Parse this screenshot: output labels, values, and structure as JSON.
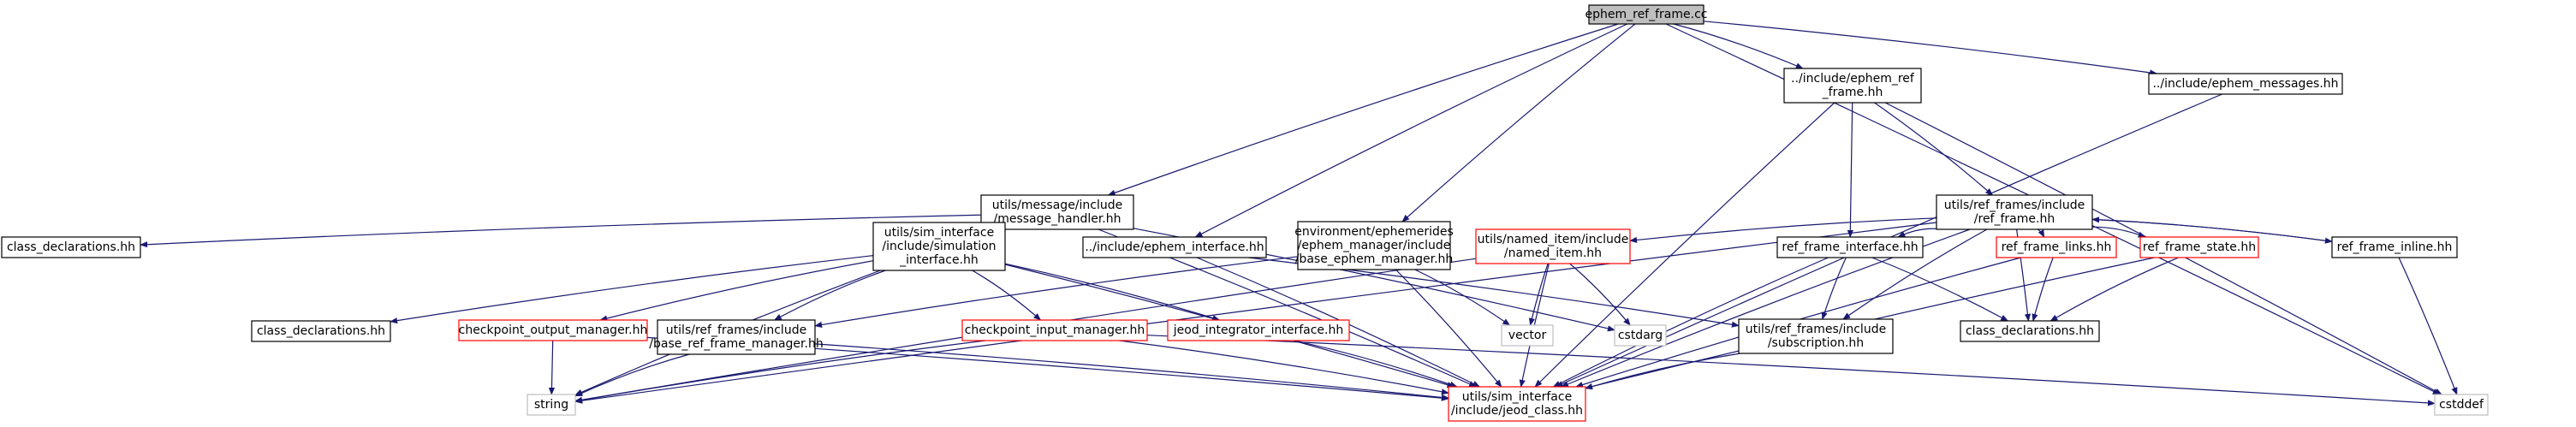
{
  "diagram": {
    "nodes": [
      {
        "id": "root",
        "lines": [
          "ephem_ref_frame.cc"
        ],
        "style": "root"
      },
      {
        "id": "msg_handler",
        "lines": [
          "utils/message/include",
          "/message_handler.hh"
        ],
        "style": "normal"
      },
      {
        "id": "env_base_ephem",
        "lines": [
          "environment/ephemerides",
          "/ephem_manager/include",
          "/base_ephem_manager.hh"
        ],
        "style": "normal"
      },
      {
        "id": "ephem_ref_frame_hh",
        "lines": [
          "../include/ephem_ref",
          "_frame.hh"
        ],
        "style": "normal"
      },
      {
        "id": "ephem_messages",
        "lines": [
          "../include/ephem_messages.hh"
        ],
        "style": "normal"
      },
      {
        "id": "class_decl_left",
        "lines": [
          "class_declarations.hh"
        ],
        "style": "normal"
      },
      {
        "id": "sim_interface_hh",
        "lines": [
          "utils/sim_interface",
          "/include/simulation",
          "_interface.hh"
        ],
        "style": "normal"
      },
      {
        "id": "ephem_interface",
        "lines": [
          "../include/ephem_interface.hh"
        ],
        "style": "normal"
      },
      {
        "id": "ref_frame_hh",
        "lines": [
          "utils/ref_frames/include",
          "/ref_frame.hh"
        ],
        "style": "normal"
      },
      {
        "id": "named_item",
        "lines": [
          "utils/named_item/include",
          "/named_item.hh"
        ],
        "style": "red"
      },
      {
        "id": "ref_frame_interface",
        "lines": [
          "ref_frame_interface.hh"
        ],
        "style": "normal"
      },
      {
        "id": "ref_frame_links",
        "lines": [
          "ref_frame_links.hh"
        ],
        "style": "red"
      },
      {
        "id": "ref_frame_state",
        "lines": [
          "ref_frame_state.hh"
        ],
        "style": "red"
      },
      {
        "id": "ref_frame_inline",
        "lines": [
          "ref_frame_inline.hh"
        ],
        "style": "normal"
      },
      {
        "id": "class_decl_mid",
        "lines": [
          "class_declarations.hh"
        ],
        "style": "normal"
      },
      {
        "id": "checkpoint_output",
        "lines": [
          "checkpoint_output_manager.hh"
        ],
        "style": "red"
      },
      {
        "id": "base_ref_frame_manager",
        "lines": [
          "utils/ref_frames/include",
          "/base_ref_frame_manager.hh"
        ],
        "style": "normal"
      },
      {
        "id": "checkpoint_input",
        "lines": [
          "checkpoint_input_manager.hh"
        ],
        "style": "red"
      },
      {
        "id": "jeod_integrator",
        "lines": [
          "jeod_integrator_interface.hh"
        ],
        "style": "red"
      },
      {
        "id": "vector",
        "lines": [
          "vector"
        ],
        "style": "gray"
      },
      {
        "id": "cstdarg",
        "lines": [
          "cstdarg"
        ],
        "style": "gray"
      },
      {
        "id": "subscription",
        "lines": [
          "utils/ref_frames/include",
          "/subscription.hh"
        ],
        "style": "normal"
      },
      {
        "id": "class_decl_right",
        "lines": [
          "class_declarations.hh"
        ],
        "style": "normal"
      },
      {
        "id": "string",
        "lines": [
          "string"
        ],
        "style": "gray"
      },
      {
        "id": "jeod_class",
        "lines": [
          "utils/sim_interface",
          "/include/jeod_class.hh"
        ],
        "style": "red"
      },
      {
        "id": "cstddef",
        "lines": [
          "cstddef"
        ],
        "style": "gray"
      }
    ],
    "colors": {
      "edge": "#191970",
      "root_fill": "#bfbfbf",
      "node_border": "#000000",
      "red_border": "#ff0000",
      "gray_border": "#bfbfbf"
    }
  }
}
